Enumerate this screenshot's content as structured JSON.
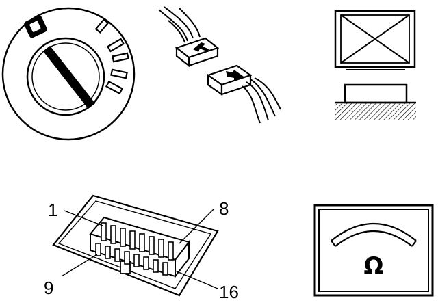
{
  "pin_labels": {
    "first": "1",
    "top_right": "8",
    "bottom_left": "9",
    "bottom_right": "16"
  },
  "meter_symbol": "Ω",
  "icons": {
    "ignition_switch": "ignition-switch-icon",
    "connector_separate": "connector-disconnect-icon",
    "no_component": "crossed-box-icon",
    "component_on_ground": "component-ground-icon",
    "diagnostic_connector": "diagnostic-connector-icon",
    "ohmmeter": "ohmmeter-icon"
  }
}
